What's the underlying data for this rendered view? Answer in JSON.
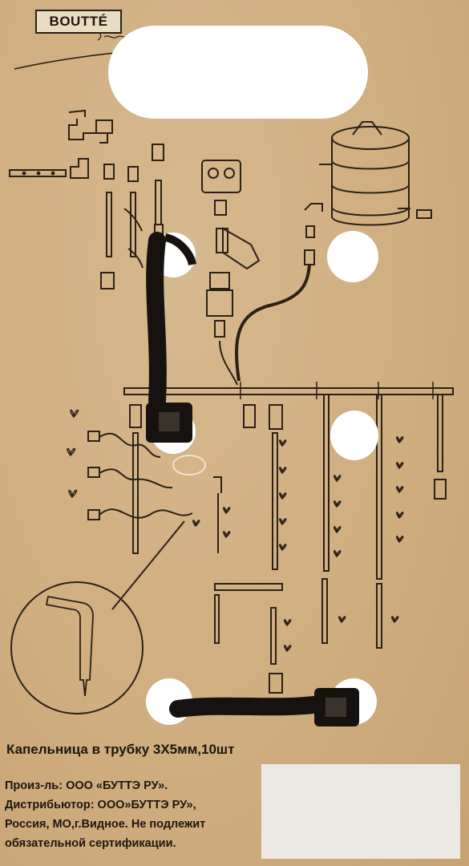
{
  "brand": {
    "logo_text": "BOUTTÉ",
    "signature_text": "Prodota"
  },
  "product": {
    "title": "Капельница в трубку 3Х5мм,10шт"
  },
  "info_lines": [
    "Произ-ль: ООО «БУТТЭ РУ».",
    "Дистрибьютор: ООО»БУТТЭ РУ»,",
    "Россия, МО,г.Видное. Не подлежит",
    "обязательной сертификации."
  ],
  "colors": {
    "card": "#cfae80",
    "ink": "#1c160f",
    "sticker": "#ece9e4",
    "tie": "#15120f"
  }
}
